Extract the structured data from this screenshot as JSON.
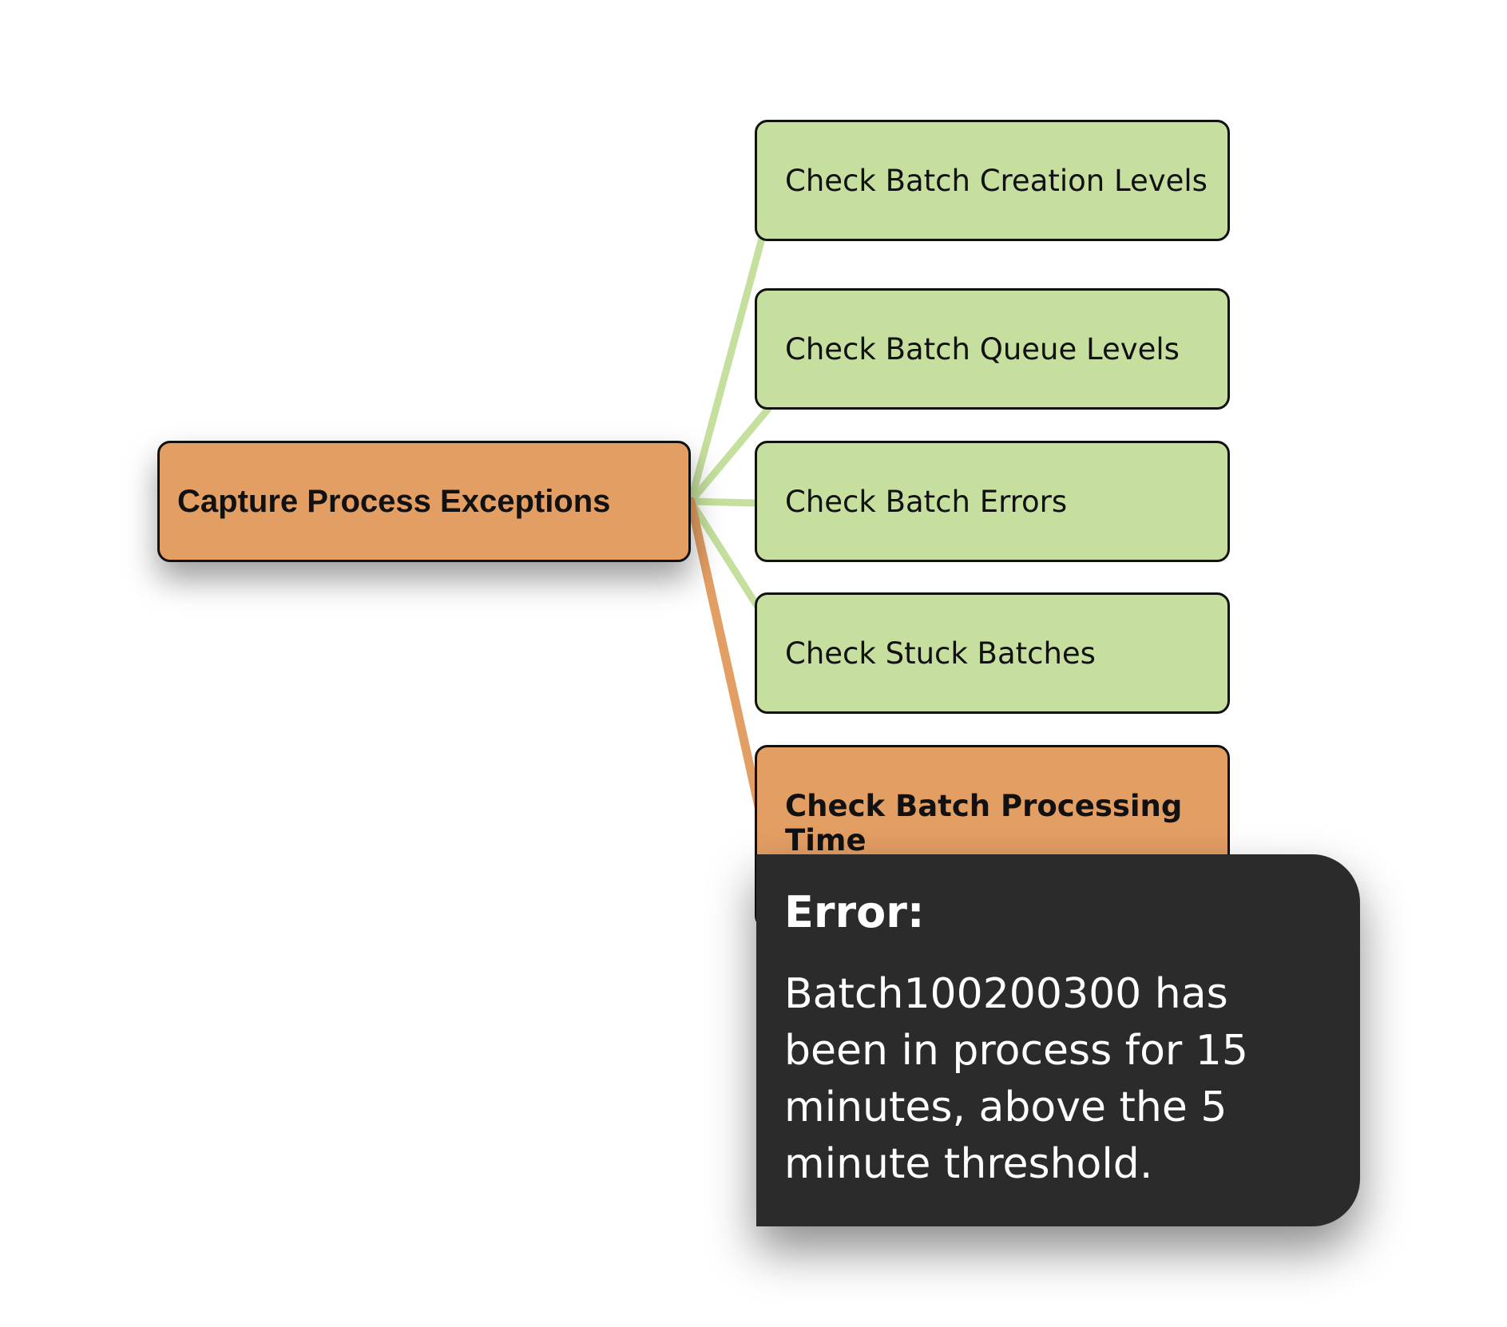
{
  "root": {
    "label": "Capture Process Exceptions"
  },
  "children": [
    {
      "label": "Check Batch Creation Levels",
      "status": "ok"
    },
    {
      "label": "Check Batch Queue Levels",
      "status": "ok"
    },
    {
      "label": "Check Batch Errors",
      "status": "ok"
    },
    {
      "label": "Check Stuck Batches",
      "status": "ok"
    },
    {
      "label": "Check Batch Processing Time",
      "status": "error"
    }
  ],
  "tooltip": {
    "title": "Error:",
    "message": "Batch100200300 has been in process for 15 minutes, above the 5 minute threshold."
  },
  "colors": {
    "ok_fill": "#c6df9f",
    "ok_connector": "#c5e09d",
    "error_fill": "#e39e63",
    "error_connector": "#e39e63",
    "tooltip_bg": "#2b2b2b",
    "border": "#111111"
  }
}
